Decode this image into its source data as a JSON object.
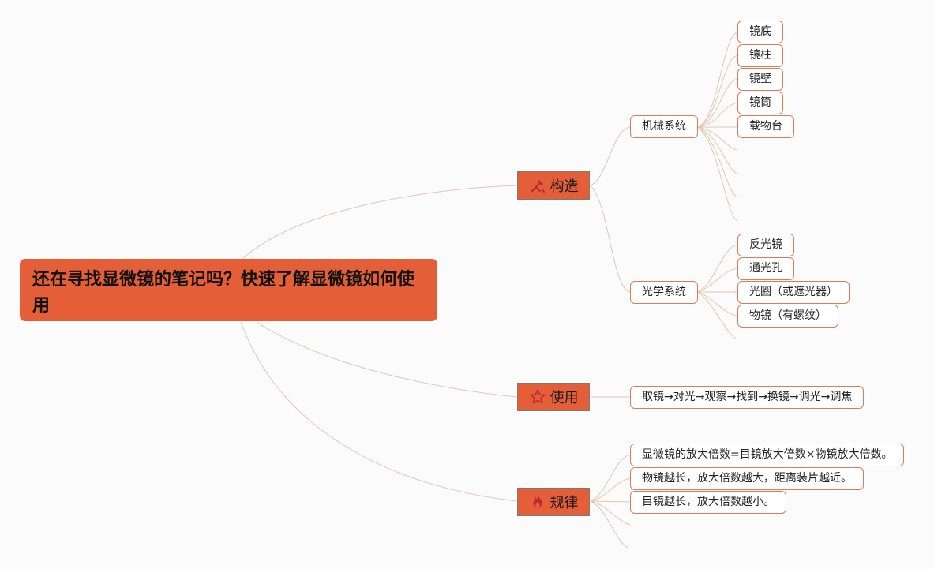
{
  "root": {
    "title": "还在寻找显微镜的笔记吗？快速了解显微镜如何使用"
  },
  "branches": {
    "structure": {
      "label": "构造",
      "icon": "tools-icon",
      "mechanical": {
        "label": "机械系统",
        "items": [
          "镜底",
          "镜柱",
          "镜壁",
          "镜筒",
          "载物台"
        ]
      },
      "optical": {
        "label": "光学系统",
        "items": [
          "反光镜",
          "通光孔",
          "光圈（或遮光器）",
          "物镜（有螺纹）"
        ]
      }
    },
    "usage": {
      "label": "使用",
      "icon": "star-icon",
      "steps": "取镜→对光→观察→找到→换镜→调光→调焦"
    },
    "rules": {
      "label": "规律",
      "icon": "fire-icon",
      "items": [
        "显微镜的放大倍数=目镜放大倍数×物镜放大倍数。",
        "物镜越长，放大倍数越大，距离装片越近。",
        "目镜越长，放大倍数越小。"
      ]
    }
  },
  "colors": {
    "accent": "#e45f37",
    "node_border": "#e07a55",
    "connector": "#e3c6b0",
    "background": "#fbfbfb"
  }
}
